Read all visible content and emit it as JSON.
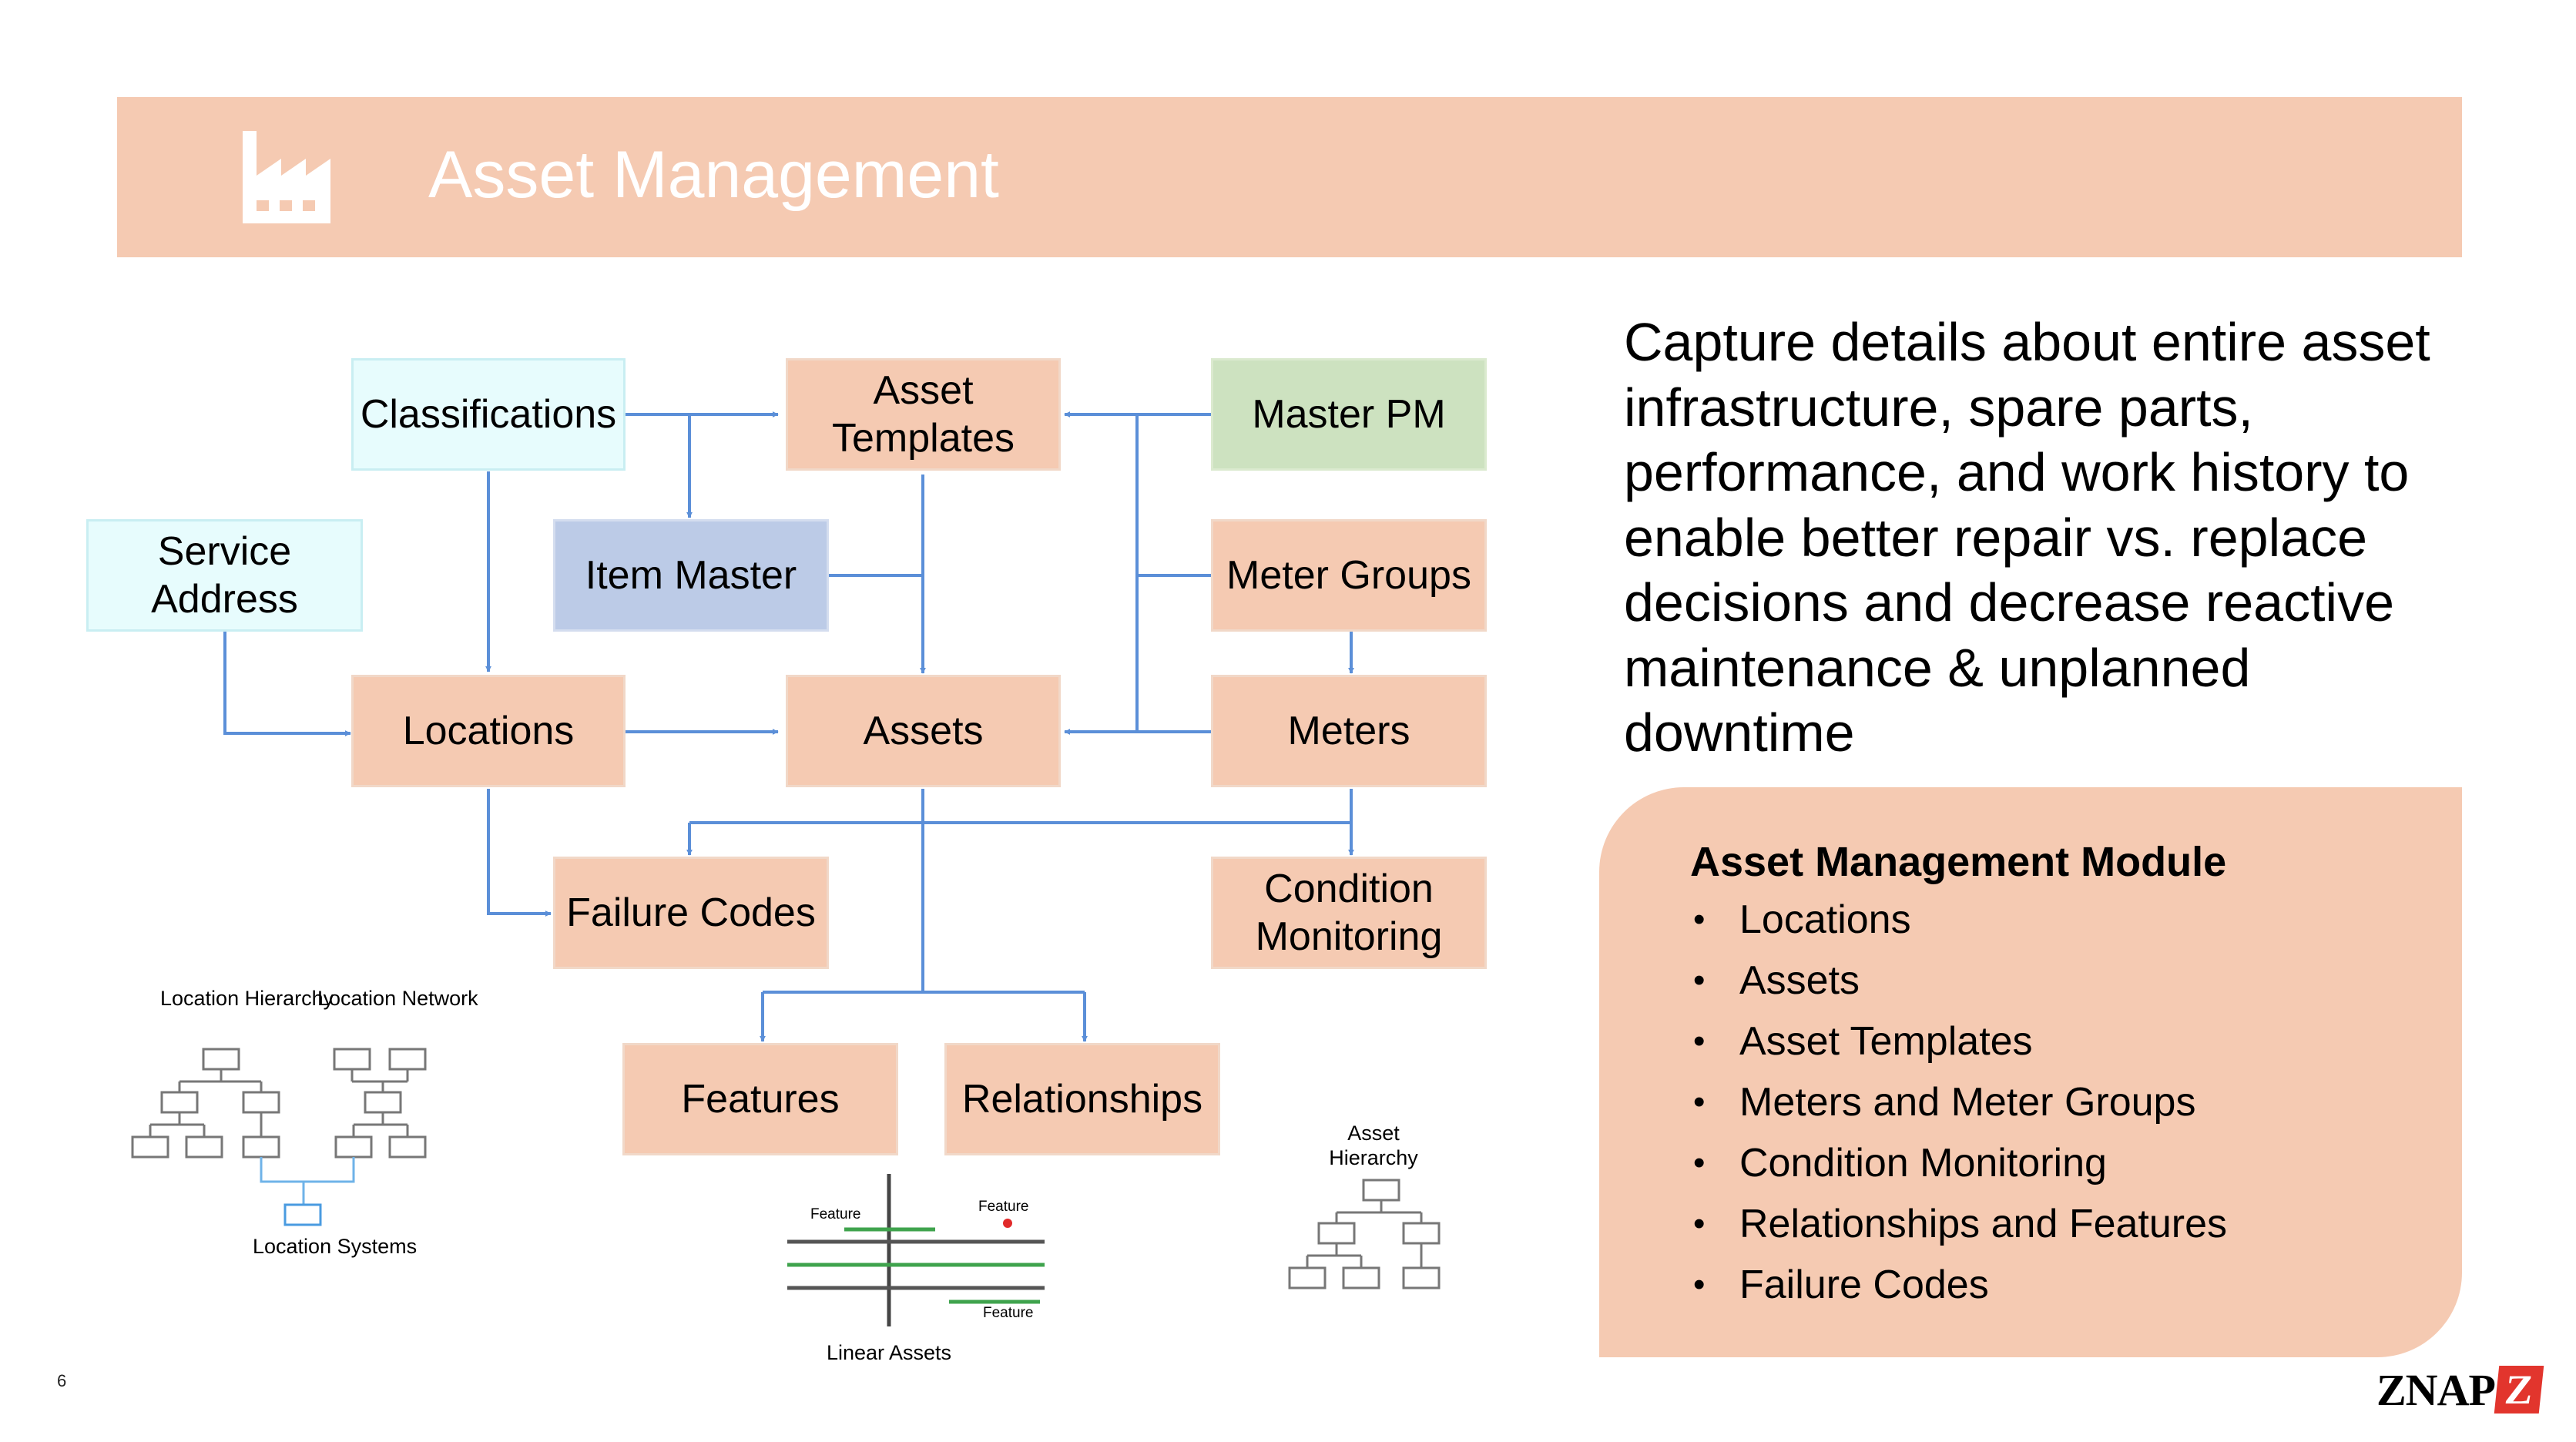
{
  "header": {
    "title": "Asset Management",
    "icon": "factory-icon",
    "background": "#f5cab2"
  },
  "diagram": {
    "nodes": {
      "classifications": "Classifications",
      "asset_templates": "Asset Templates",
      "master_pm": "Master PM",
      "service_address": "Service Address",
      "item_master": "Item Master",
      "meter_groups": "Meter Groups",
      "locations": "Locations",
      "assets": "Assets",
      "meters": "Meters",
      "failure_codes": "Failure Codes",
      "condition_monitoring": "Condition Monitoring",
      "features": "Features",
      "relationships": "Relationships"
    },
    "colors": {
      "peach": "#f5cab2",
      "cyan": "#e7fcfd",
      "blue": "#bccbe7",
      "green": "#cde2c0",
      "arrow": "#5b8fd8"
    }
  },
  "illustrations": {
    "location_hierarchy": "Location Hierarchy",
    "location_network": "Location Network",
    "location_systems": "Location Systems",
    "linear_assets": "Linear Assets",
    "feature_labels": [
      "Feature",
      "Feature",
      "Feature"
    ],
    "asset_hierarchy": "Asset Hierarchy"
  },
  "description": "Capture details about entire asset infrastructure, spare parts, performance, and work history to enable better repair vs. replace decisions and decrease reactive maintenance & unplanned downtime",
  "module": {
    "title": "Asset Management Module",
    "items": [
      "Locations",
      "Assets",
      "Asset Templates",
      "Meters and Meter Groups",
      "Condition Monitoring",
      "Relationships and Features",
      "Failure Codes"
    ]
  },
  "footer": {
    "page_number": "6",
    "logo_text": "ZNAP",
    "logo_badge": "Z"
  }
}
